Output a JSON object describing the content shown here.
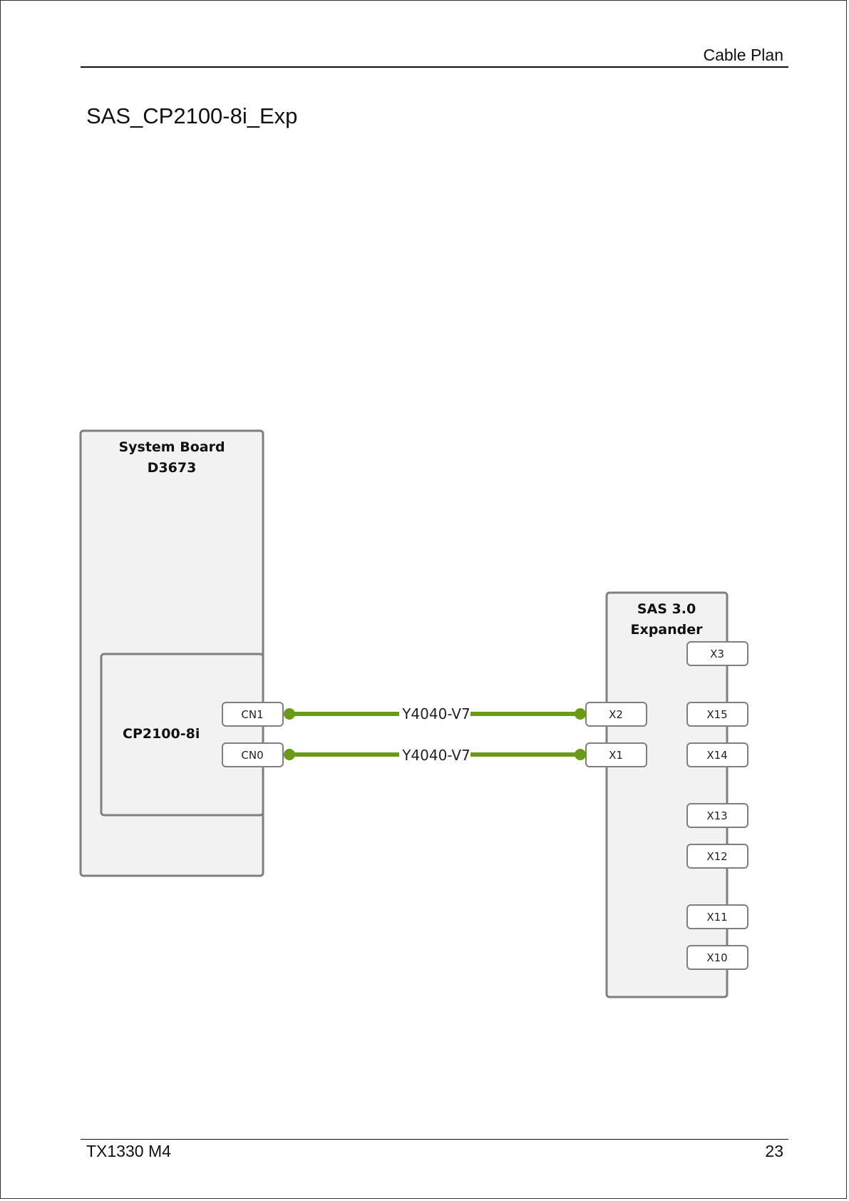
{
  "header": {
    "section": "Cable Plan"
  },
  "page_title": "SAS_CP2100-8i_Exp",
  "footer": {
    "model": "TX1330 M4",
    "page_number": "23"
  },
  "diagram": {
    "system_board": {
      "title_line1": "System Board",
      "title_line2": "D3673"
    },
    "controller": {
      "title": "CP2100-8i",
      "ports": [
        "CN1",
        "CN0"
      ]
    },
    "expander": {
      "title_line1": "SAS 3.0",
      "title_line2": "Expander",
      "ports_left": [
        "X2",
        "X1"
      ],
      "ports_right": [
        "X3",
        "X15",
        "X14",
        "X13",
        "X12",
        "X11",
        "X10"
      ]
    },
    "cables": [
      {
        "from": "CN1",
        "to": "X2",
        "label": "Y4040-V7"
      },
      {
        "from": "CN0",
        "to": "X1",
        "label": "Y4040-V7"
      }
    ],
    "colors": {
      "cable": "#6b9a16",
      "box_fill": "#f2f2f2",
      "box_stroke": "#7f7f7f"
    }
  }
}
